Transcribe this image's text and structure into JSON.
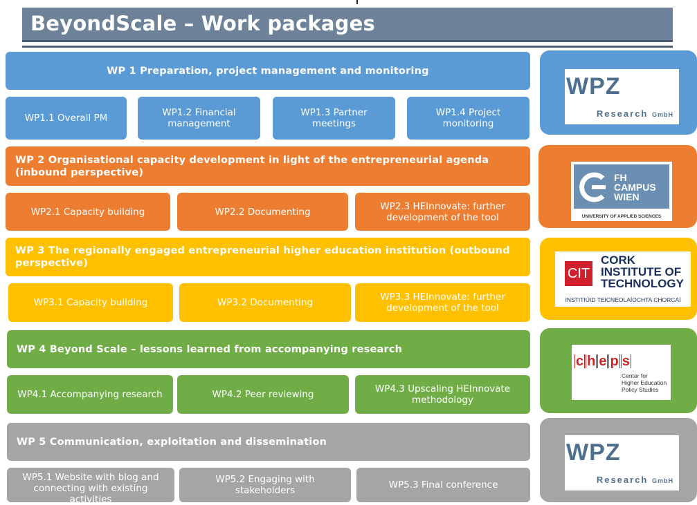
{
  "title": "BeyondScale – Work packages",
  "work_packages": [
    {
      "heading": "WP 1 Preparation, project management and monitoring",
      "color": "#5b9bd5",
      "tasks": [
        "WP1.1  Overall PM",
        "WP1.2  Financial management",
        "WP1.3  Partner meetings",
        "WP1.4  Project monitoring"
      ],
      "partner": "WPZ Research GmbH"
    },
    {
      "heading": "WP 2 Organisational capacity development in light of the entrepreneurial agenda (inbound perspective)",
      "color": "#ed7d31",
      "tasks": [
        "WP2.1 Capacity building",
        "WP2.2 Documenting",
        "WP2.3 HEInnovate: further development of the tool"
      ],
      "partner": "FH Campus Wien"
    },
    {
      "heading": "WP 3 The regionally engaged entrepreneurial higher education institution (outbound perspective)",
      "color": "#ffc000",
      "tasks": [
        "WP3.1 Capacity building",
        "WP3.2 Documenting",
        "WP3.3 HEInnovate: further development of the tool"
      ],
      "partner": "Cork Institute of Technology"
    },
    {
      "heading": "WP 4 Beyond Scale – lessons learned from accompanying research",
      "color": "#70ad47",
      "tasks": [
        "WP4.1 Accompanying research",
        "WP4.2 Peer reviewing",
        "WP4.3 Upscaling HEInnovate methodology"
      ],
      "partner": "CHEPS"
    },
    {
      "heading": "WP 5 Communication, exploitation and dissemination",
      "color": "#a5a5a5",
      "tasks": [
        "WP5.1 Website with blog and connecting with existing activities",
        "WP5.2 Engaging with stakeholders",
        "WP5.3 Final conference"
      ],
      "partner": "WPZ Research GmbH"
    }
  ],
  "logos": {
    "wpz": {
      "main": "WPZ",
      "sub": "Research",
      "suffix": "GmbH"
    },
    "fh": {
      "lines": [
        "FH",
        "CAMPUS",
        "WIEN"
      ],
      "sub": "UNIVERSITY OF APPLIED SCIENCES"
    },
    "cit": {
      "mark": "CIT",
      "lines": [
        "CORK",
        "INSTITUTE OF",
        "TECHNOLOGY"
      ],
      "sub": "INSTITIÚID TEICNEOLAÍOCHTA CHORCAÍ"
    },
    "cheps": {
      "letters": [
        "c",
        "h",
        "e",
        "p",
        "s"
      ],
      "lines": [
        "Center for",
        "Higher Education",
        "Policy Studies"
      ]
    }
  }
}
